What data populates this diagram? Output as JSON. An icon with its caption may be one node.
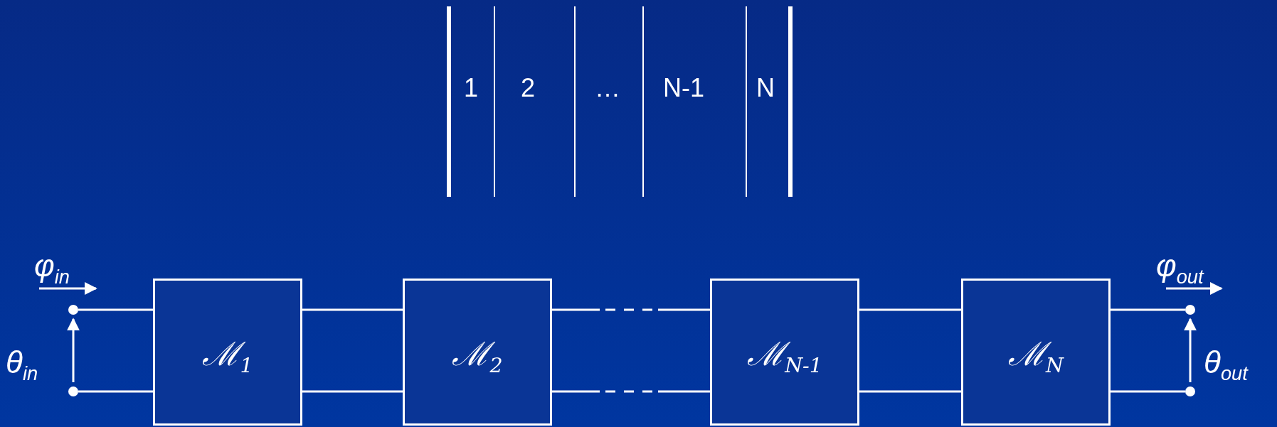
{
  "diagram": {
    "nodes": [
      {
        "text": [],
        "shape": "circle"
      },
      {
        "text": [],
        "shape": "circle"
      },
      {
        "text": [
          "ℳ$_{1}$"
        ]
      },
      {
        "text": [
          "ℳ$_{2}$"
        ]
      },
      {
        "text": [
          "ℳ$_{N-1}$"
        ]
      },
      {
        "text": [
          "ℳ$_{N}$"
        ]
      },
      {
        "text": [],
        "shape": "circle"
      },
      {
        "text": [],
        "shape": "circle"
      }
    ],
    "edges": [
      {
        "from": 0,
        "to": 2,
        "arrow": "none"
      },
      {
        "from": 1,
        "to": 2,
        "arrow": "none"
      },
      {
        "from": 2,
        "to": 3,
        "arrow": "none"
      },
      {
        "from": 2,
        "to": 3,
        "arrow": "none"
      },
      {
        "from": 3,
        "to": 4,
        "arrow": "none",
        "style": "dashed"
      },
      {
        "from": 3,
        "to": 4,
        "arrow": "none",
        "style": "dashed"
      },
      {
        "from": 4,
        "to": 5,
        "arrow": "none"
      },
      {
        "from": 4,
        "to": 5,
        "arrow": "none"
      },
      {
        "from": 5,
        "to": 6,
        "arrow": "none"
      },
      {
        "from": 5,
        "to": 7,
        "arrow": "none"
      },
      {
        "from": 1,
        "to": 0,
        "arrow": "to"
      },
      {
        "from": 7,
        "to": 6,
        "arrow": "to"
      }
    ],
    "labels": [
      "1",
      "2",
      "…",
      "N-1",
      "N",
      "φ$_{in}$",
      "φ$_{out}$",
      "θ$_{in}$",
      "θ$_{out}$"
    ]
  }
}
